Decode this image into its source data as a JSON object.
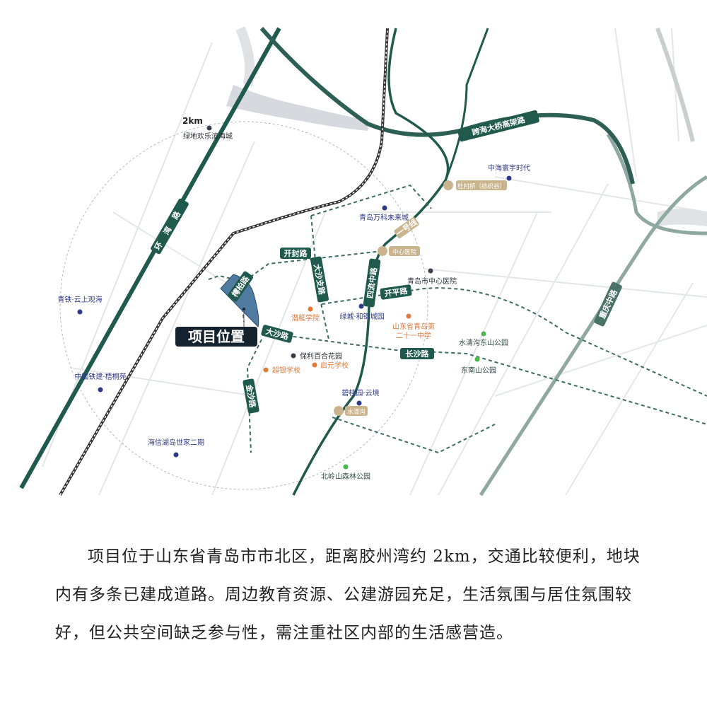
{
  "map": {
    "project_label": "项目位置",
    "radius_label": "2km",
    "roads": {
      "huanwan": "环湾路",
      "kuahai": "跨海大桥高架路",
      "chongqing": "重庆中路",
      "kaifeng": "开封路",
      "kaiping": "开平路",
      "dasha": "大沙路",
      "dasha_branch": "大沙支路",
      "changsha": "长沙路",
      "jinsha": "金沙路",
      "project_road": "樗柏路",
      "siliu": "四流中路",
      "line1": "一号线"
    },
    "stations": {
      "ducun": "杜村桥（纺织谷）",
      "center_hospital": "中心医院",
      "shuiqinggou": "水清沟"
    },
    "pois": {
      "residential": [
        "绿地欢乐滨海城",
        "中海寰宇时代",
        "青岛万科未来城",
        "青铁·云上观海",
        "绿城·和锦城园",
        "保利百合花园",
        "中国铁建·梧桐苑",
        "碧桂园·云境",
        "海信湖岛世家二期"
      ],
      "schools": [
        "潜艇学院",
        "山东省青岛第",
        "二十一中学",
        "超银学校",
        "启元学校"
      ],
      "hospital": "青岛市中心医院",
      "parks": [
        "水清沟东山公园",
        "东南山公园",
        "北岭山森林公园"
      ]
    },
    "colors": {
      "road": "#1f5a4c",
      "project": "#4f7ba0",
      "residential": "#2e3a86",
      "school": "#e07a3c",
      "park": "#4cb84c",
      "station": "#b8a27c"
    }
  },
  "caption": {
    "text": "项目位于山东省青岛市市北区，距离胶州湾约 2km，交通比较便利，地块内有多条已建成道路。周边教育资源、公建游园充足，生活氛围与居住氛围较好，但公共空间缺乏参与性，需注重社区内部的生活感营造。"
  }
}
